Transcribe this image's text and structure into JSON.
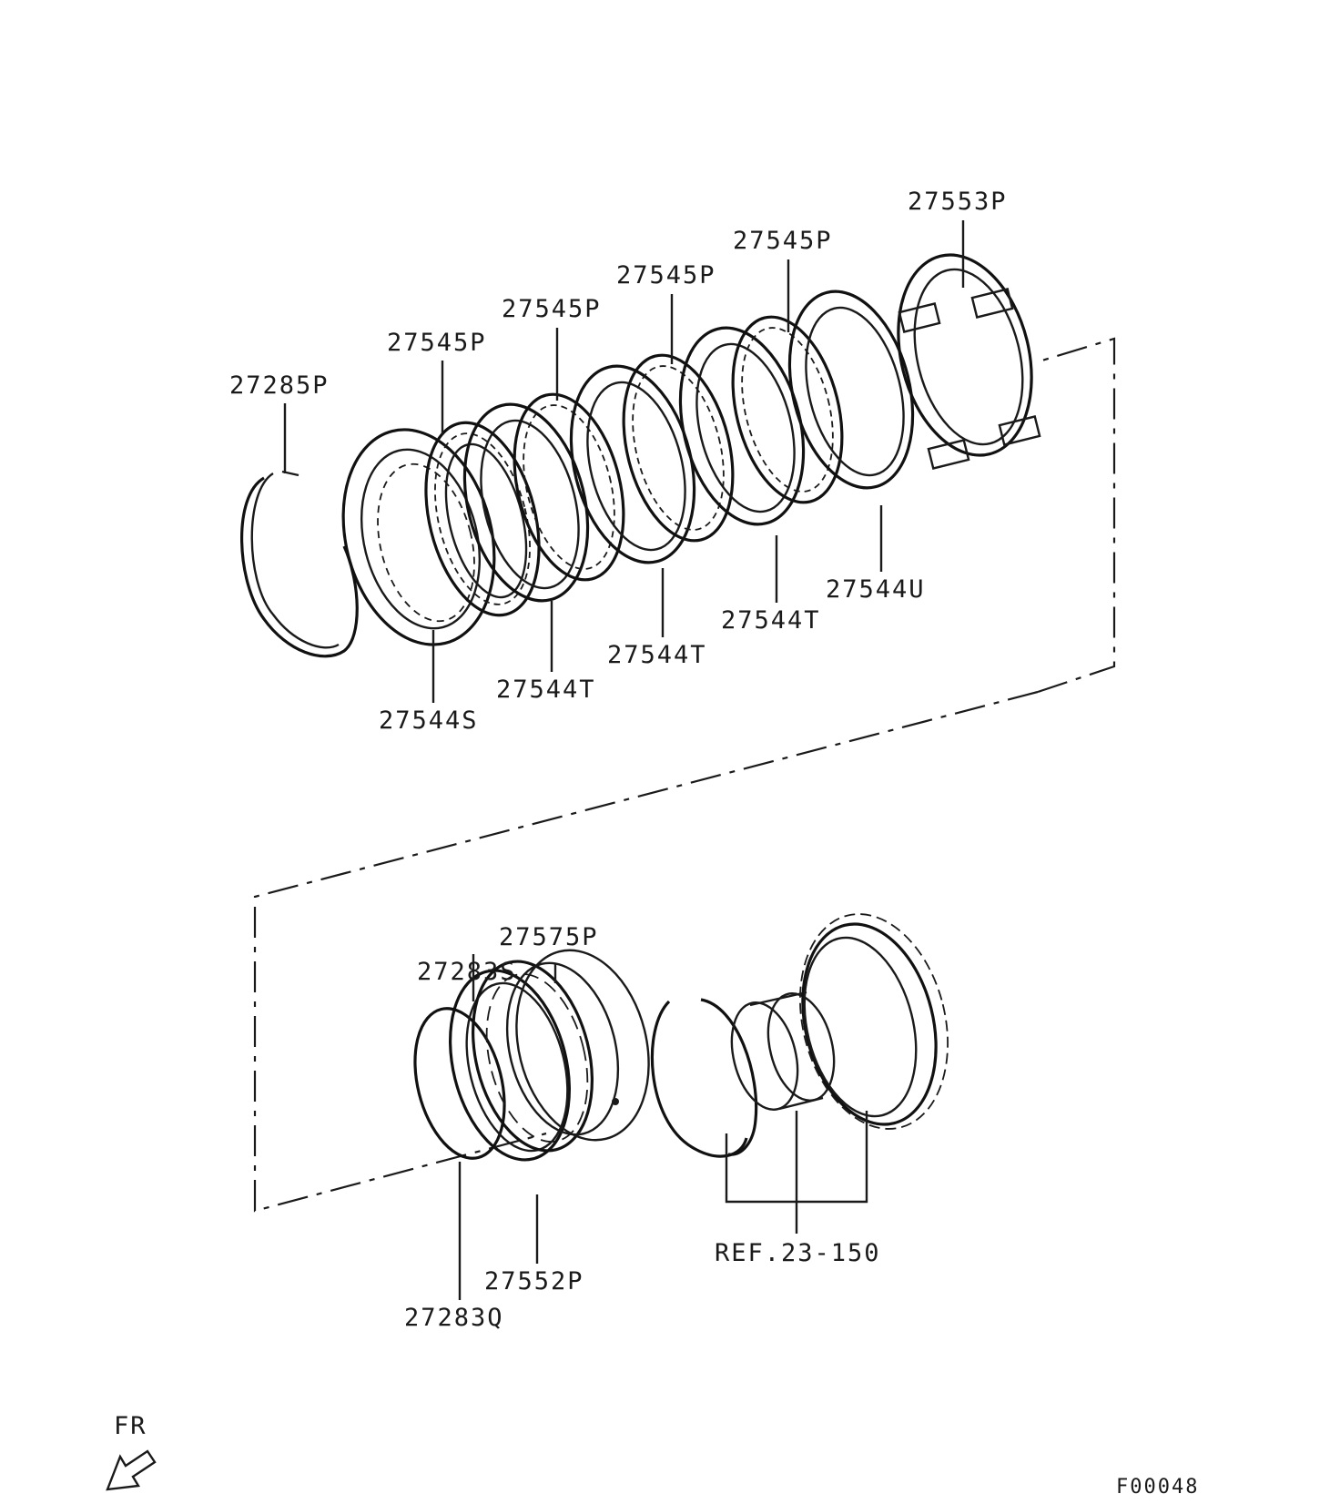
{
  "labels": {
    "snap_ring_front": "27285P",
    "plate_1": "27545P",
    "plate_2": "27545P",
    "plate_3": "27545P",
    "plate_4": "27545P",
    "retainer": "27553P",
    "disc_s": "27544S",
    "disc_t1": "27544T",
    "disc_t2": "27544T",
    "disc_t3": "27544T",
    "disc_u": "27544U",
    "piston_seal_outer": "27283S",
    "piston": "27575P",
    "return_spring": "27552P",
    "piston_seal_inner": "27283Q",
    "reference": "REF.23-150",
    "orientation": "FR",
    "figure_code": "F00048"
  },
  "colors": {
    "ink": "#1a1a1a",
    "background": "#ffffff"
  },
  "icons": {
    "orientation_arrow": "front-arrow-icon"
  }
}
